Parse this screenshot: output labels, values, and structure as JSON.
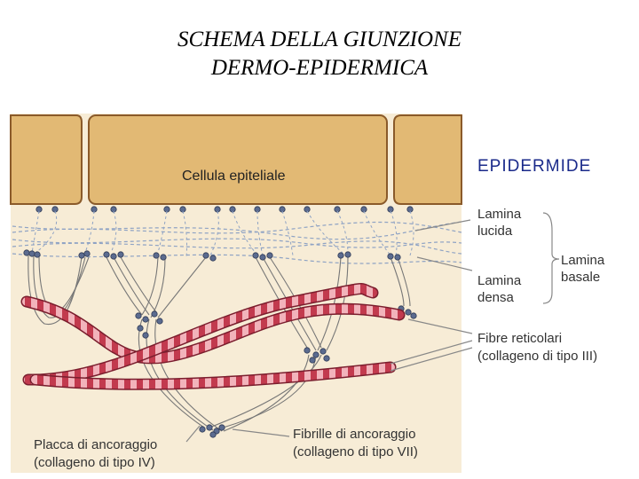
{
  "title": {
    "line1": "SCHEMA DELLA GIUNZIONE",
    "line2": "DERMO-EPIDERMICA"
  },
  "diagram": {
    "epidermis_label": "EPIDERMIDE",
    "cell_label": "Cellula epiteliale",
    "lamina_lucida": [
      "Lamina",
      "lucida"
    ],
    "lamina_densa": [
      "Lamina",
      "densa"
    ],
    "lamina_basale": [
      "Lamina",
      "basale"
    ],
    "reticular_fibers": [
      "Fibre reticolari",
      "(collageno di tipo III)"
    ],
    "anchoring_plaque": [
      "Placca di ancoraggio",
      "(collageno di tipo IV)"
    ],
    "anchoring_fibrils": [
      "Fibrille di ancoraggio",
      "(collageno di tipo VII)"
    ]
  },
  "colors": {
    "cell_fill": "#e2b974",
    "cell_stroke": "#8a5a2a",
    "background_panel": "#f7ecd6",
    "filament": "#8fa3c4",
    "dot": "#5b6b8f",
    "fiber_dark": "#c23a4e",
    "fiber_light": "#f2b3bb",
    "epidermis_text": "#1a2a8a"
  }
}
